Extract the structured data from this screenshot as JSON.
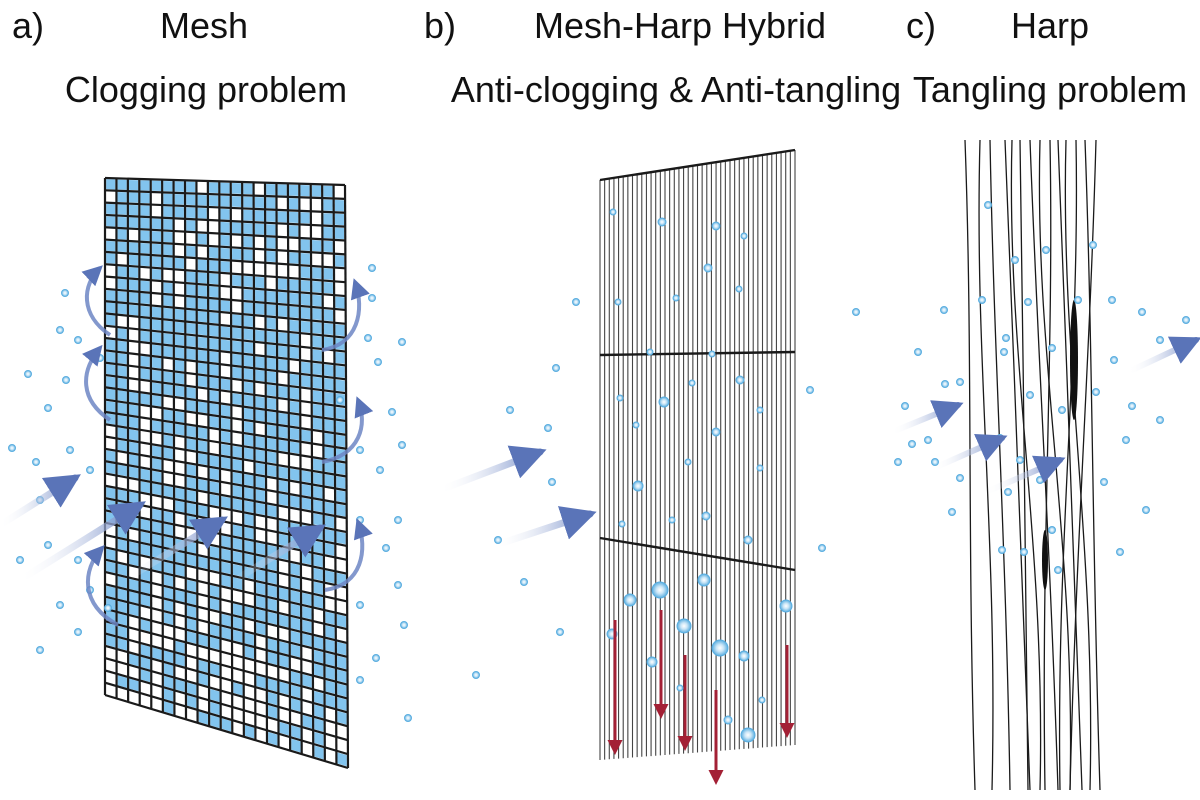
{
  "panels": [
    {
      "letter": "a)",
      "title": "Mesh",
      "subtitle": "Clogging problem"
    },
    {
      "letter": "b)",
      "title": "Mesh-Harp Hybrid",
      "subtitle": "Anti-clogging & Anti-tangling"
    },
    {
      "letter": "c)",
      "title": "Harp",
      "subtitle": "Tangling problem"
    }
  ],
  "colors": {
    "droplet": "#5aaee0",
    "wire": "#1a1a1a",
    "flow_arrow": "#6d86c4",
    "drain_arrow": "#a32035",
    "clog": "#82c4ee"
  }
}
